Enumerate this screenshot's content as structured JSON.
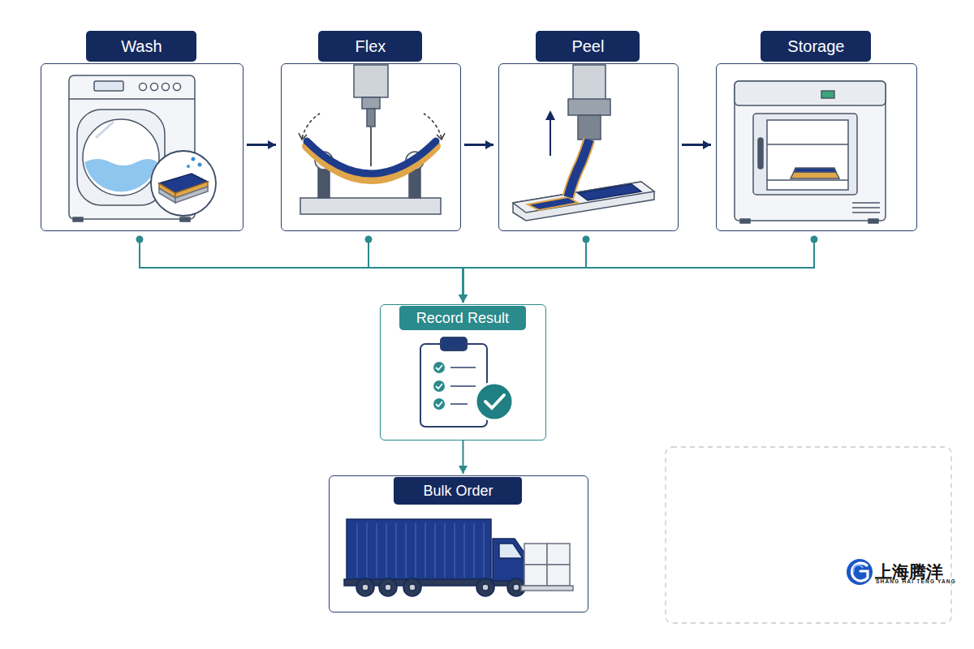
{
  "diagram": {
    "nodes": [
      {
        "text": [
          "Wash"
        ]
      },
      {
        "text": [
          "Flex"
        ]
      },
      {
        "text": [
          "Peel"
        ]
      },
      {
        "text": [
          "Storage"
        ]
      },
      {
        "text": [
          "Record Result"
        ]
      },
      {
        "text": [
          "Bulk Order"
        ]
      }
    ],
    "edges": [
      {
        "from": 0,
        "to": 1,
        "arrow": "to"
      },
      {
        "from": 1,
        "to": 2,
        "arrow": "to"
      },
      {
        "from": 2,
        "to": 3,
        "arrow": "to"
      },
      {
        "from": 0,
        "to": 4,
        "arrow": "to"
      },
      {
        "from": 1,
        "to": 4,
        "arrow": "to"
      },
      {
        "from": 2,
        "to": 4,
        "arrow": "to"
      },
      {
        "from": 3,
        "to": 4,
        "arrow": "to"
      },
      {
        "from": 4,
        "to": 5,
        "arrow": "to"
      }
    ],
    "labels": [
      "上海腾洋",
      "SHANG HAI TENG YANG"
    ]
  }
}
